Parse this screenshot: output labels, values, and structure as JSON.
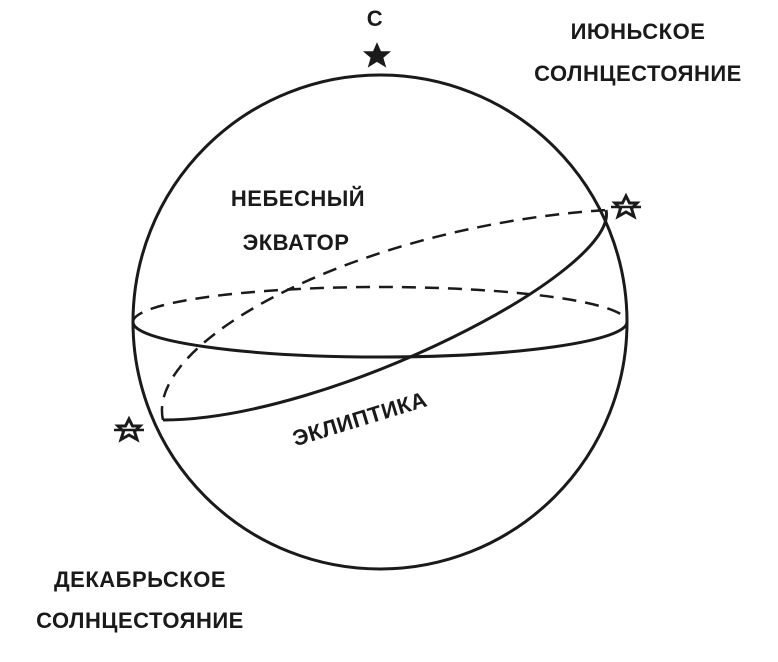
{
  "labels": {
    "north": "С",
    "june_solstice": [
      "ИЮНЬСКОЕ",
      "СОЛНЦЕСТОЯНИЕ"
    ],
    "december_solstice": [
      "ДЕКАБРЬСКОЕ",
      "СОЛНЦЕСТОЯНИЕ"
    ],
    "celestial_equator": [
      "НЕБЕСНЫЙ",
      "ЭКВАТОР"
    ],
    "ecliptic": "ЭКЛИПТИКА"
  },
  "icons": {
    "north_pole_marker": "star-icon",
    "june_sun_marker": "sun-star-icon",
    "december_sun_marker": "sun-star-icon"
  },
  "colors": {
    "ink": "#1a1a1a",
    "background": "#ffffff"
  }
}
